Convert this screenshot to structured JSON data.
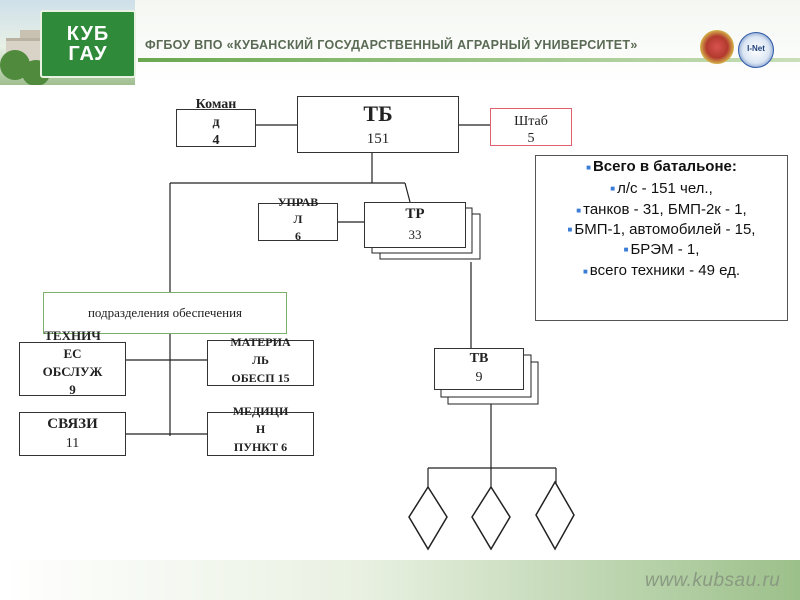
{
  "header": {
    "logo_text": "КУБ\nГАУ",
    "university": "ФГБОУ ВПО «КУБАНСКИЙ ГОСУДАРСТВЕННЫЙ АГРАРНЫЙ УНИВЕРСИТЕТ»",
    "emblem2_text": "I-Net"
  },
  "footer": {
    "url": "www.kubsau.ru"
  },
  "diagram": {
    "tb": {
      "title": "ТБ",
      "count": "151"
    },
    "komanda": {
      "label": "Коман\nд\n4"
    },
    "shtab": {
      "label": "Штаб\n5"
    },
    "uprav": {
      "label": "УПРАВ\nЛ\n6"
    },
    "tr": {
      "title": "ТР",
      "count": "33"
    },
    "support_label": "подразделения обеспечения",
    "tech": {
      "label": "ТЕХНИЧ\nЕС\nОБСЛУЖ\n9"
    },
    "svyazi": {
      "title": "СВЯЗИ",
      "count": "11"
    },
    "mat": {
      "label": "МАТЕРИА\nЛЬ\nОБЕСП 15"
    },
    "med": {
      "label": "МЕДИЦИ\nН\nПУНКТ 6"
    },
    "tv": {
      "title": "ТВ",
      "count": "9"
    }
  },
  "info": {
    "lines": [
      "Всего в батальоне:",
      "л/с - 151 чел.,",
      "танков - 31, БМП-2к - 1,",
      "БМП-1, автомобилей - 15,",
      "БРЭМ - 1,",
      "всего техники - 49 ед."
    ]
  },
  "colors": {
    "accent_green": "#2f8a3a",
    "shtab_border": "#e06070",
    "bullet_blue": "#3a7dd6",
    "support_border": "#7ab06a"
  }
}
